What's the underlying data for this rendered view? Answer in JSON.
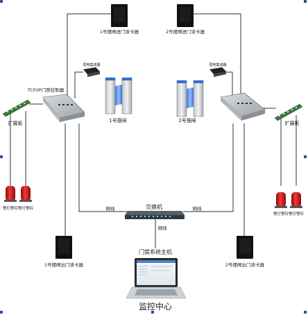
{
  "labels": {
    "reader_in_1": "1号摆闸进门读卡器",
    "reader_in_2": "2号摆闸进门读卡器",
    "reader_out_1": "1号摆闸出门读卡器",
    "reader_out_2": "2号摆闸出门读卡器",
    "controller": "TCP/IP门禁控制器",
    "expansion_left": "扩展板",
    "expansion_right": "扩展板",
    "power_left": "弱电集成器",
    "power_right": "弱电集成器",
    "gate_1": "1号摆闸",
    "gate_2": "2号摆闸",
    "switch": "交换机",
    "net_left": "网线",
    "net_right": "网线",
    "net_center": "网线",
    "alarm_left": [
      "警灯警铃",
      "警灯警铃"
    ],
    "alarm_right": [
      "警灯警铃",
      "警灯警铃"
    ],
    "host": "门禁系统主机",
    "center": "监控中心"
  },
  "colors": {
    "line": "#333333",
    "reader": "#111111",
    "gate_glass": "#2d6fd6",
    "alarm": "#d62020",
    "board": "#3a7a3a",
    "frame_marker": "#2a4f9e"
  }
}
